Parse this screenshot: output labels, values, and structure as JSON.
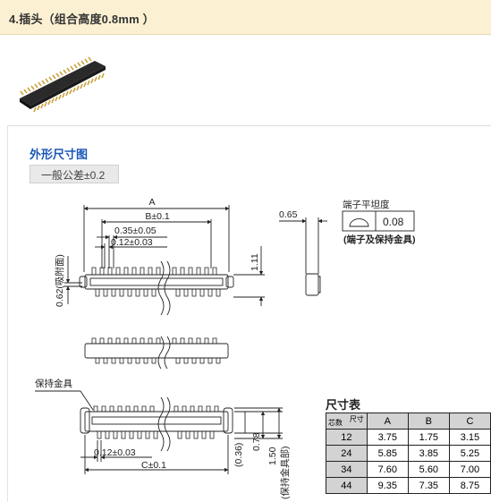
{
  "header": {
    "title": "4.插头（组合高度0.8mm ）"
  },
  "section": {
    "title": "外形尺寸图",
    "tolerance": "一般公差±0.2"
  },
  "drawing": {
    "label_A": "A",
    "label_B": "B±0.1",
    "label_035": "0.35±0.05",
    "label_012_top": "0.12±0.03",
    "label_062": "0.62(吸附面)",
    "label_111": "1.11",
    "label_065": "0.65",
    "flatness_title": "端子平坦度",
    "flatness_value": "0.08",
    "flatness_note": "(端子及保持金具)",
    "label_holder": "保持金具",
    "label_012_bottom": "0.12±0.03",
    "label_C": "C±0.1",
    "label_036": "(0.36)",
    "label_078": "0.78",
    "label_150": "1.50",
    "label_holder_v": "(保持金具部)"
  },
  "table": {
    "title": "尺寸表",
    "corner_pins": "芯数",
    "corner_size": "尺寸",
    "columns": [
      "A",
      "B",
      "C"
    ],
    "rows": [
      {
        "pins": "12",
        "a": "3.75",
        "b": "1.75",
        "c": "3.15"
      },
      {
        "pins": "24",
        "a": "5.85",
        "b": "3.85",
        "c": "5.25"
      },
      {
        "pins": "34",
        "a": "7.60",
        "b": "5.60",
        "c": "7.00"
      },
      {
        "pins": "44",
        "a": "9.35",
        "b": "7.35",
        "c": "8.75"
      }
    ]
  }
}
